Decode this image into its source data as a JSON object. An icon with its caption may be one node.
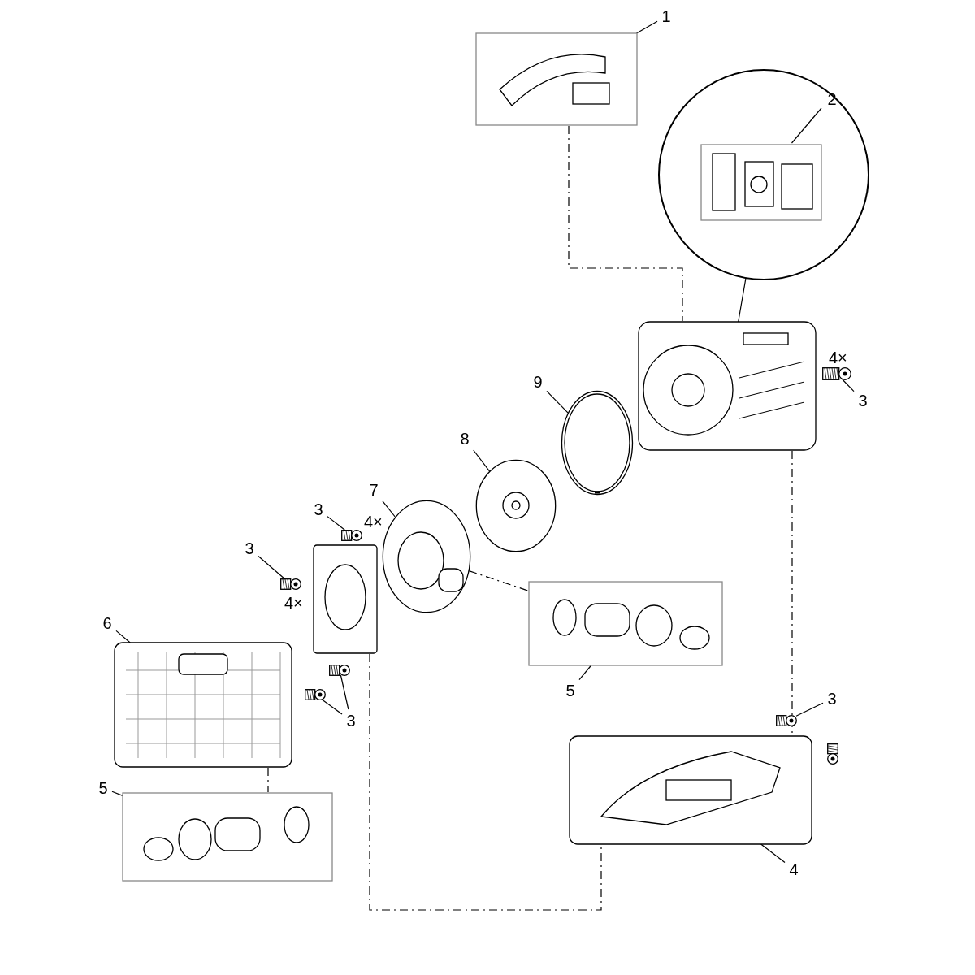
{
  "diagram": {
    "nodes": [
      {
        "text": [
          "1"
        ]
      },
      {
        "text": [],
        "shape": "picture"
      },
      {
        "text": [],
        "shape": "circle"
      },
      {
        "text": [
          "2"
        ],
        "in": 2
      },
      {
        "text": [],
        "shape": "picture",
        "in": 2
      },
      {
        "text": [],
        "shape": "picture"
      },
      {
        "text": [
          "3"
        ]
      },
      {
        "text": [],
        "shape": "picture"
      },
      {
        "text": [
          "9"
        ]
      },
      {
        "text": [],
        "shape": "picture"
      },
      {
        "text": [
          "8"
        ]
      },
      {
        "text": [],
        "shape": "picture"
      },
      {
        "text": [
          "7"
        ]
      },
      {
        "text": [],
        "shape": "picture"
      },
      {
        "text": [
          "3"
        ]
      },
      {
        "text": [],
        "shape": "picture"
      },
      {
        "text": [
          "3"
        ]
      },
      {
        "text": [],
        "shape": "picture"
      },
      {
        "text": [],
        "shape": "picture"
      },
      {
        "text": [
          "3"
        ]
      },
      {
        "text": [],
        "shape": "picture"
      },
      {
        "text": [],
        "shape": "picture"
      },
      {
        "text": [
          "6"
        ]
      },
      {
        "text": [],
        "shape": "picture"
      },
      {
        "text": [
          "5"
        ]
      },
      {
        "text": [],
        "shape": "picture"
      },
      {
        "text": [
          "3"
        ]
      },
      {
        "text": [],
        "shape": "picture"
      },
      {
        "text": [],
        "shape": "picture"
      },
      {
        "text": [
          "4"
        ]
      },
      {
        "text": [],
        "shape": "picture"
      },
      {
        "text": [
          "5"
        ]
      },
      {
        "text": [],
        "shape": "picture"
      }
    ],
    "edges": [
      {
        "from": 0,
        "to": 1,
        "arrow": "none"
      },
      {
        "from": 3,
        "to": 4,
        "arrow": "none"
      },
      {
        "from": 2,
        "to": 5,
        "arrow": "none"
      },
      {
        "from": 6,
        "to": 7,
        "arrow": "none"
      },
      {
        "from": 8,
        "to": 9,
        "arrow": "none"
      },
      {
        "from": 10,
        "to": 11,
        "arrow": "none"
      },
      {
        "from": 12,
        "to": 13,
        "arrow": "none"
      },
      {
        "from": 14,
        "to": 15,
        "arrow": "none"
      },
      {
        "from": 16,
        "to": 17,
        "arrow": "none"
      },
      {
        "from": 19,
        "to": 20,
        "arrow": "none"
      },
      {
        "from": 19,
        "to": 21,
        "arrow": "none"
      },
      {
        "from": 22,
        "to": 23,
        "arrow": "none"
      },
      {
        "from": 24,
        "to": 25,
        "arrow": "none"
      },
      {
        "from": 26,
        "to": 27,
        "arrow": "none"
      },
      {
        "from": 29,
        "to": 30,
        "arrow": "none"
      },
      {
        "from": 31,
        "to": 32,
        "arrow": "none"
      },
      {
        "from": 1,
        "to": 5,
        "arrow": "none",
        "style": "dashed"
      },
      {
        "from": 5,
        "to": 30,
        "arrow": "none",
        "style": "dashed"
      },
      {
        "from": 13,
        "to": 25,
        "arrow": "none",
        "style": "dashed"
      },
      {
        "from": 23,
        "to": 32,
        "arrow": "none",
        "style": "dashed"
      },
      {
        "from": 18,
        "to": 30,
        "arrow": "none",
        "style": "dashed"
      }
    ],
    "labels": [
      "4×",
      "4×",
      "4×"
    ]
  }
}
